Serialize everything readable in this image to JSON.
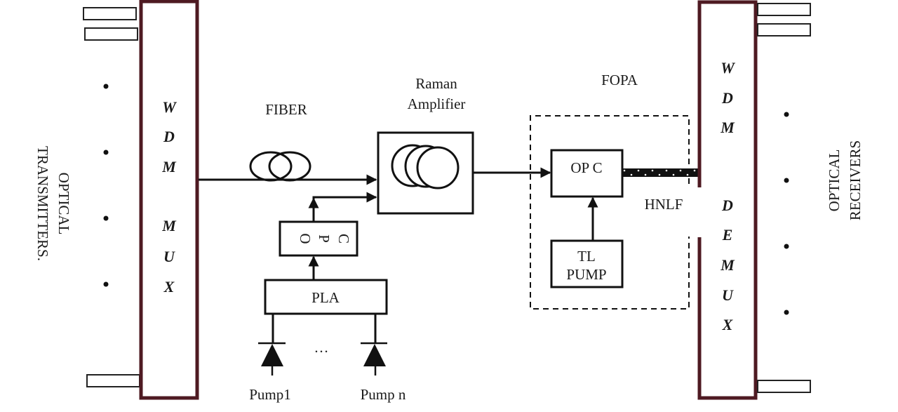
{
  "diagram": {
    "title": "Optical WDM transmission system with Raman amplifier and FOPA",
    "colors": {
      "line": "#111111",
      "mux_border": "#4e1a22",
      "background": "#ffffff"
    },
    "transmitters": {
      "label_line1": "OPTICAL",
      "label_line2": "TRANSMITTERS."
    },
    "receivers": {
      "label_line1": "OPTICAL",
      "label_line2": "RECEIVERS"
    },
    "mux": {
      "letters_top": [
        "W",
        "D",
        "M"
      ],
      "letters_bottom": [
        "M",
        "U",
        "X"
      ]
    },
    "demux": {
      "letters_top": [
        "W",
        "D",
        "M"
      ],
      "letters_bottom": [
        "D",
        "E",
        "M",
        "U",
        "X"
      ]
    },
    "fiber": {
      "label": "FIBER"
    },
    "raman": {
      "label_line1": "Raman",
      "label_line2": "Amplifier"
    },
    "pump_opc": {
      "letters": [
        "O",
        "P",
        "C"
      ]
    },
    "pla": {
      "label": "PLA"
    },
    "pumps": {
      "first": "Pump1",
      "last": "Pump n",
      "ellipsis": "…"
    },
    "fopa": {
      "label": "FOPA",
      "opc_label": "OP C",
      "hnlf_label": "HNLF",
      "tl_pump_line1": "TL",
      "tl_pump_line2": "PUMP"
    }
  }
}
